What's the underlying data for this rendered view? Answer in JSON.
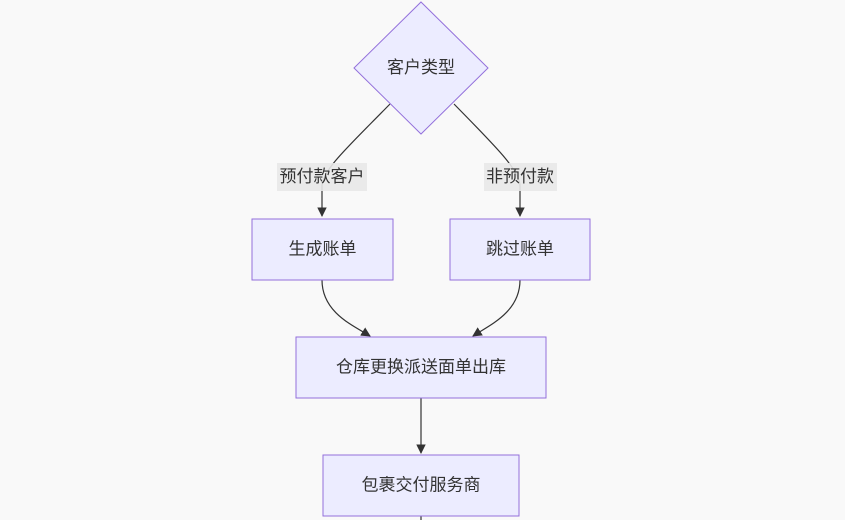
{
  "flowchart": {
    "nodes": {
      "customer_type": "客户类型",
      "generate_bill": "生成账单",
      "skip_bill": "跳过账单",
      "warehouse_outbound": "仓库更换派送面单出库",
      "deliver_package": "包裹交付服务商"
    },
    "edges": {
      "prepaid": "预付款客户",
      "non_prepaid": "非预付款"
    }
  }
}
